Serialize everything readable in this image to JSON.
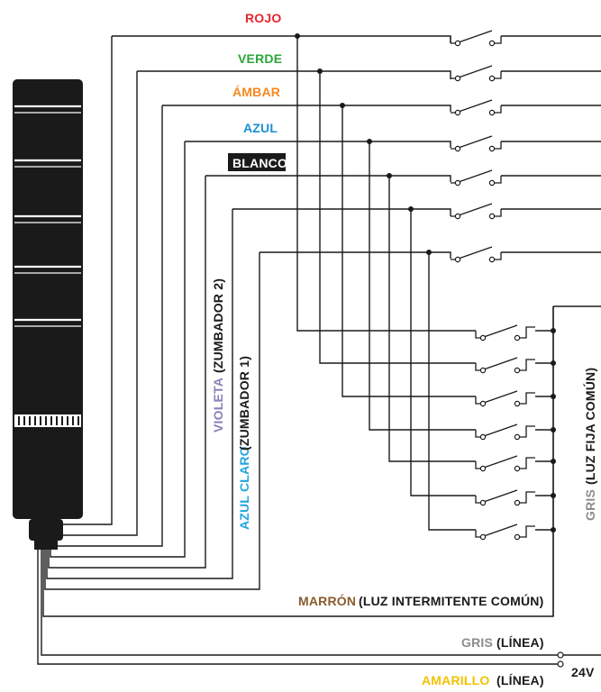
{
  "colors": {
    "rojo": "#e8262b",
    "verde": "#2aa637",
    "ambar": "#f5891f",
    "azul": "#1a8fd0",
    "blanco_bg": "#1a1a1a",
    "violeta": "#8a7fb8",
    "azul_claro": "#1fa6dc",
    "marron": "#8a5a2b",
    "gris": "#8c8c8c",
    "amarillo": "#f2c200",
    "wire": "#1a1a1a"
  },
  "labels": {
    "rojo": "ROJO",
    "verde": "VERDE",
    "ambar": "ÁMBAR",
    "azul": "AZUL",
    "blanco": "BLANCO",
    "violeta": "VIOLETA",
    "zumbador2": "(ZUMBADOR 2)",
    "azul_claro": "AZUL CLARO",
    "zumbador1": "(ZUMBADOR 1)",
    "gris_fija": "GRIS",
    "luz_fija": "(LUZ FIJA COMÚN)",
    "marron": "MARRÓN",
    "luz_intermitente": "(LUZ INTERMITENTE COMÚN)",
    "gris_linea": "GRIS",
    "linea1": "(LÍNEA)",
    "amarillo": "AMARILLO",
    "linea2": "(LÍNEA)",
    "voltage": "24V"
  },
  "icons": {
    "signal_tower": "signal-tower-icon",
    "switch": "switch-icon"
  }
}
